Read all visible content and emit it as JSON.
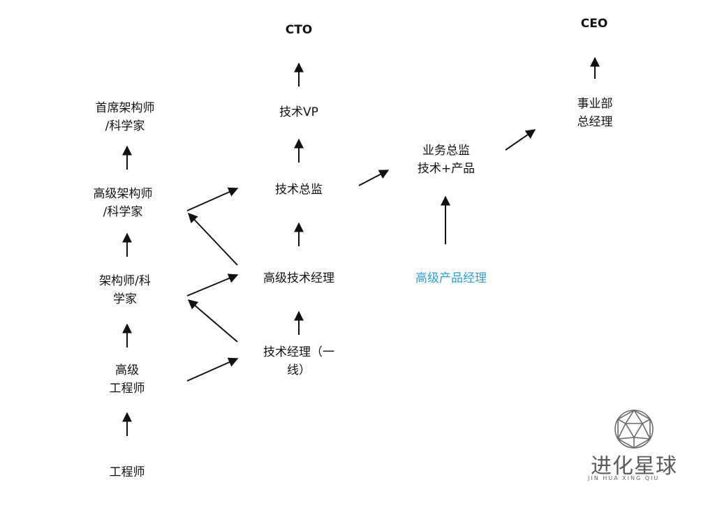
{
  "nodes": {
    "engineer": "工程师",
    "senior_engineer": [
      "高级",
      "工程师"
    ],
    "architect": [
      "架构师/科",
      "学家"
    ],
    "senior_architect": [
      "高级架构师",
      "/科学家"
    ],
    "chief_architect": [
      "首席架构师",
      "/科学家"
    ],
    "tech_manager": [
      "技术经理（一",
      "线）"
    ],
    "senior_tech_manager": "高级技术经理",
    "tech_director": "技术总监",
    "tech_vp": "技术VP",
    "cto": "CTO",
    "senior_product_manager": "高级产品经理",
    "business_director": [
      "业务总监",
      "技术+产品"
    ],
    "division_gm": [
      "事业部",
      "总经理"
    ],
    "ceo": "CEO"
  },
  "logo": {
    "name": "进化星球",
    "subtitle": "JIN HUA   XING QIU"
  },
  "colors": {
    "text": "#111111",
    "highlight": "#2a9fd8",
    "arrow": "#111111",
    "logo": "#5a5a5a"
  }
}
